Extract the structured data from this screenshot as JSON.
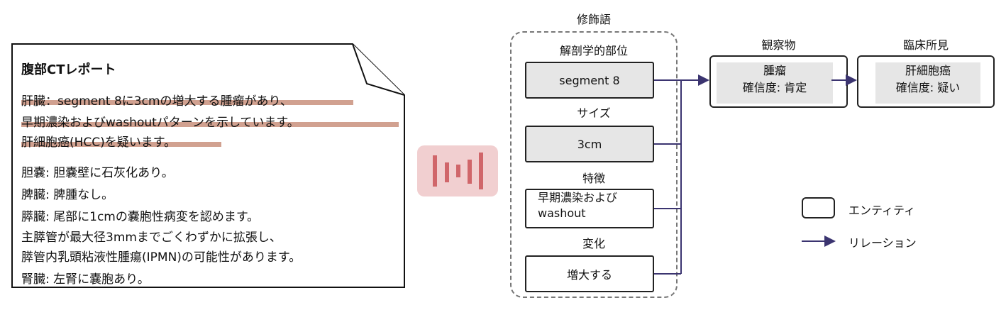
{
  "report": {
    "title": "腹部CTレポート",
    "lines": [
      "肝臓：segment 8に3cmの増大する腫瘤があり、",
      "早期濃染およびwashoutパターンを示しています。",
      "肝細胞癌(HCC)を疑います。",
      "胆嚢: 胆嚢壁に石灰化あり。",
      "脾臓: 脾腫なし。",
      "膵臓: 尾部に1cmの嚢胞性病変を認めます。",
      "主膵管が最大径3mmまでごくわずかに拡張し、",
      "膵管内乳頭粘液性腫瘍(IPMN)の可能性があります。",
      "腎臓: 左腎に嚢胞あり。"
    ]
  },
  "modifiers": {
    "group_label": "修飾語",
    "anatomy": {
      "label": "解剖学的部位",
      "value": "segment 8"
    },
    "size": {
      "label": "サイズ",
      "value": "3cm"
    },
    "feature": {
      "label": "特徴",
      "value_line1": "早期濃染および",
      "value_line2": "washout"
    },
    "change": {
      "label": "変化",
      "value": "増大する"
    }
  },
  "observation": {
    "label": "観察物",
    "name": "腫瘤",
    "certainty": "確信度: 肯定"
  },
  "finding": {
    "label": "臨床所見",
    "name": "肝細胞癌",
    "certainty": "確信度: 疑い"
  },
  "legend": {
    "entity": "エンティティ",
    "relation": "リレーション"
  },
  "colors": {
    "highlight": "#c9907c",
    "relation_line": "#3b3470",
    "icon_bg": "#f1cfd0",
    "icon_bar": "#d0666a",
    "node_fill": "#e6e6e6"
  }
}
